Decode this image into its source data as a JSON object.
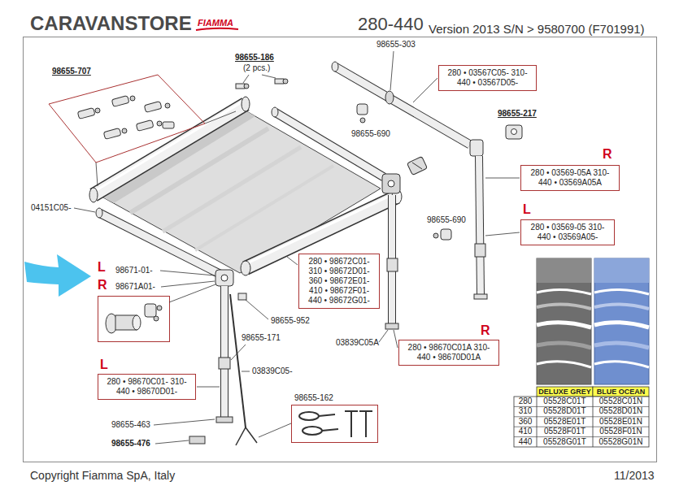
{
  "diagram": {
    "title": "280-440",
    "caption": "Copyright Fiamma SpA, Italy",
    "nodes": [
      {
        "text": [
          "280 • 03567C05- 310-440 • 03567D05-"
        ]
      },
      {
        "text": [
          "R",
          "280 • 03569-05A 310-440 • 03569A05A"
        ]
      },
      {
        "text": [
          "L",
          "280 • 03569-05 310-440 • 03569A05-"
        ]
      },
      {
        "text": [
          "280 • 98672C01- 310 • 98672D01- 360 • 98672E01- 410 • 98672F01- 440 • 98672G01-"
        ]
      },
      {
        "text": [
          "R",
          "280 • 98670C01A 310-440 • 98670D01A"
        ]
      },
      {
        "text": [
          "L",
          "280 • 98670C01- 310-440 • 98670D01-"
        ]
      }
    ],
    "labels": [
      "CARAVANSTORE",
      "FIAMMA",
      "Version 2013 S/N > 9580700 (F701991)",
      "98655-707",
      "98655-186",
      "(2 pcs.)",
      "98655-303",
      "98655-690",
      "98655-217",
      "04151C05-",
      "98655-690",
      "L",
      "R",
      "98671-01-",
      "98671A01-",
      "98655-952",
      "98655-171",
      "03839C05-",
      "03839C05A",
      "98655-162",
      "98655-463",
      "98655-476",
      "DELUXE GREY",
      "BLUE OCEAN",
      "280",
      "05528C01T",
      "05528C01N",
      "310",
      "05528D01T",
      "05528D01N",
      "360",
      "05528E01T",
      "05528E01N",
      "410",
      "05528F01T",
      "05528F01N",
      "440",
      "05528G01T",
      "05528G01N",
      "11/2013"
    ]
  }
}
